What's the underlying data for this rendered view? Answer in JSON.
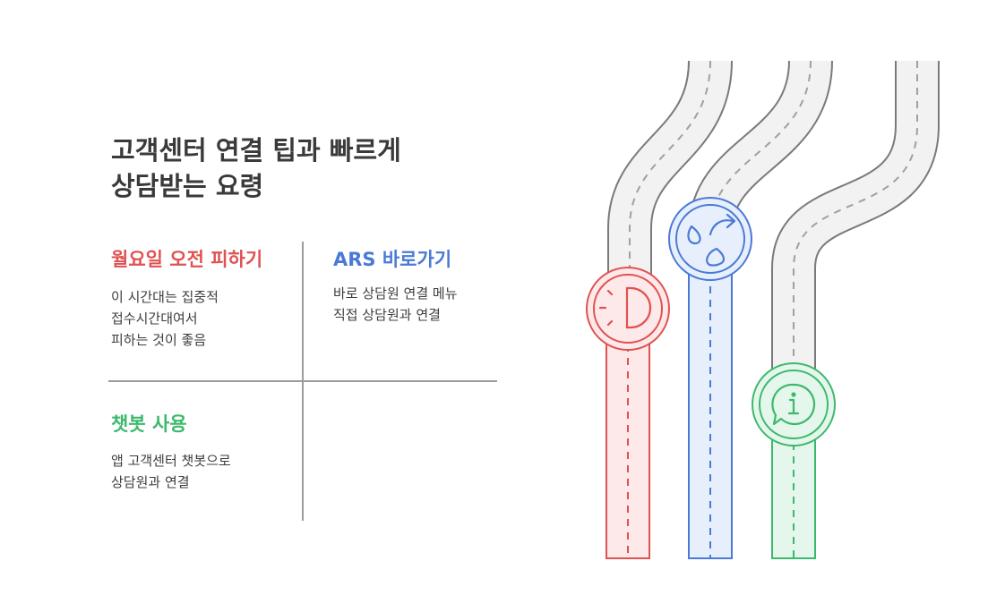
{
  "title": {
    "line1": "고객센터 연결 팁과 빠르게",
    "line2": "상담받는 요령"
  },
  "sections": [
    {
      "title": "월요일 오전 피하기",
      "lines": [
        "이 시간대는 집중적",
        "접수시간대여서",
        "피하는 것이 좋음"
      ],
      "color": "#e05252",
      "icon": "sun-icon"
    },
    {
      "title": "ARS 바로가기",
      "lines": [
        "바로 상담원 연결 메뉴",
        "직접 상담원과 연결"
      ],
      "color": "#4a7ad6",
      "icon": "redirect-arrow-icon"
    },
    {
      "title": "챗봇 사용",
      "lines": [
        "앱 고객센터 챗봇으로",
        "상담원과 연결"
      ],
      "color": "#3cb96c",
      "icon": "info-chat-icon"
    }
  ]
}
